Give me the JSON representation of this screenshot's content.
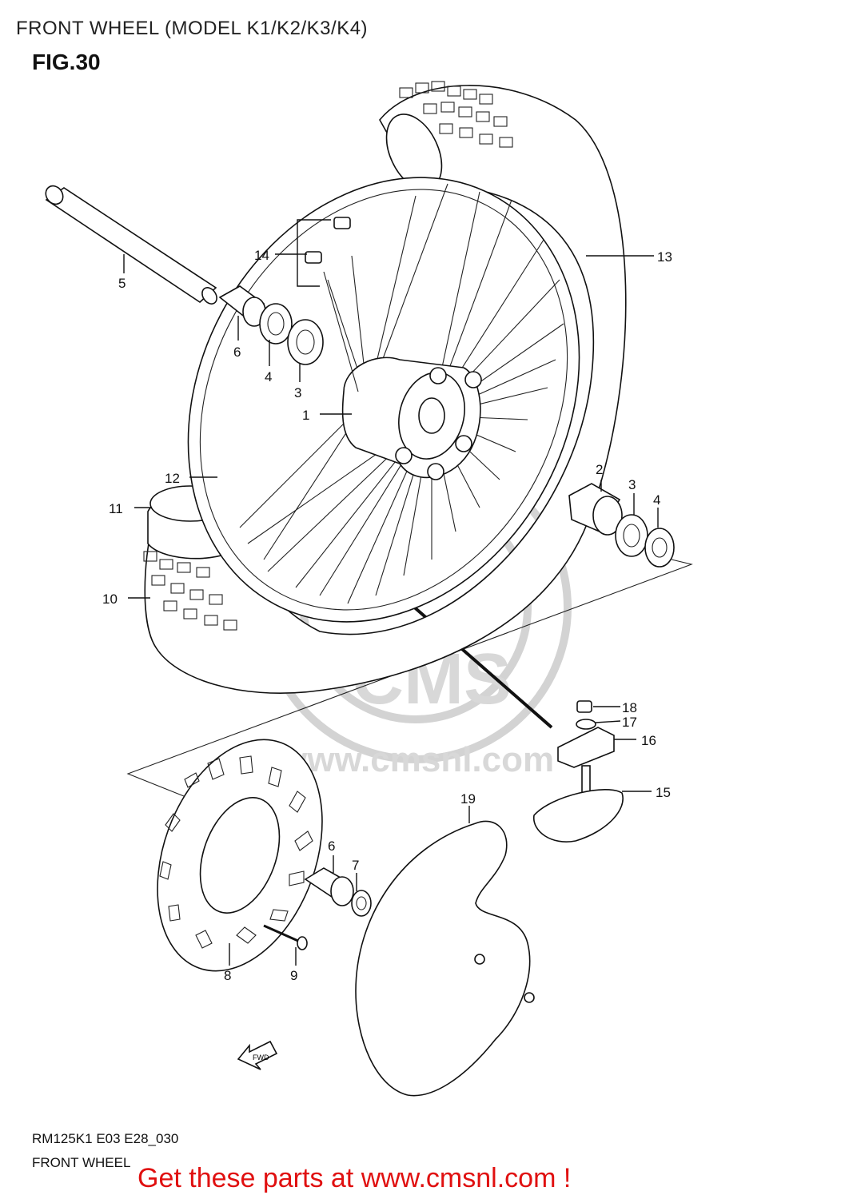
{
  "header": {
    "title": "FRONT WHEEL (MODEL K1/K2/K3/K4)",
    "figure": "FIG.30"
  },
  "footer": {
    "code": "RM125K1 E03 E28_030",
    "caption": "FRONT WHEEL",
    "cta": "Get these parts at www.cmsnl.com !"
  },
  "watermark": {
    "logo": "CMS",
    "url": "www.cmsnl.com"
  },
  "fwd_label": "FWD",
  "callouts": [
    "1",
    "2",
    "3",
    "4",
    "5",
    "6",
    "7",
    "8",
    "9",
    "10",
    "11",
    "12",
    "13",
    "14",
    "15",
    "16",
    "17",
    "18",
    "19"
  ],
  "extra_callouts": {
    "3b": "3",
    "4b": "4",
    "6b": "6"
  }
}
